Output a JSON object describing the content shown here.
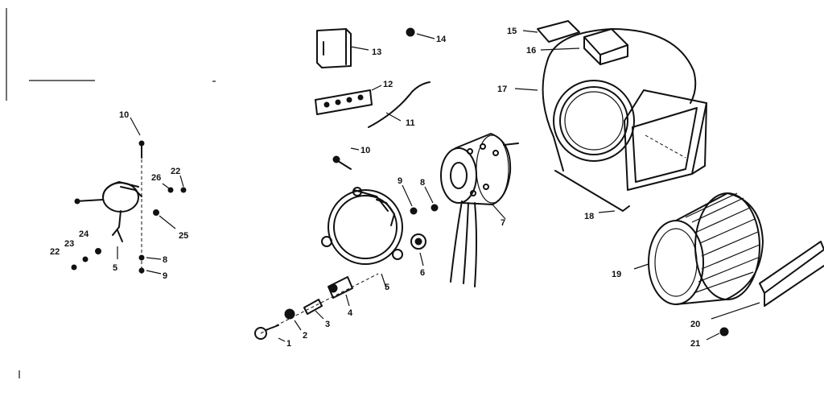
{
  "callouts": [
    {
      "id": "c10a",
      "text": "10"
    },
    {
      "id": "c26",
      "text": "26"
    },
    {
      "id": "c22a",
      "text": "22"
    },
    {
      "id": "c25",
      "text": "25"
    },
    {
      "id": "c24",
      "text": "24"
    },
    {
      "id": "c23",
      "text": "23"
    },
    {
      "id": "c22b",
      "text": "22"
    },
    {
      "id": "c5a",
      "text": "5"
    },
    {
      "id": "c8a",
      "text": "8"
    },
    {
      "id": "c9a",
      "text": "9"
    },
    {
      "id": "c13",
      "text": "13"
    },
    {
      "id": "c14",
      "text": "14"
    },
    {
      "id": "c12",
      "text": "12"
    },
    {
      "id": "c11",
      "text": "11"
    },
    {
      "id": "c10b",
      "text": "10"
    },
    {
      "id": "c9b",
      "text": "9"
    },
    {
      "id": "c8b",
      "text": "8"
    },
    {
      "id": "c7",
      "text": "7"
    },
    {
      "id": "c6",
      "text": "6"
    },
    {
      "id": "c5b",
      "text": "5"
    },
    {
      "id": "c4",
      "text": "4"
    },
    {
      "id": "c3",
      "text": "3"
    },
    {
      "id": "c2",
      "text": "2"
    },
    {
      "id": "c1",
      "text": "1"
    },
    {
      "id": "c15",
      "text": "15"
    },
    {
      "id": "c16",
      "text": "16"
    },
    {
      "id": "c17",
      "text": "17"
    },
    {
      "id": "c18",
      "text": "18"
    },
    {
      "id": "c19",
      "text": "19"
    },
    {
      "id": "c20",
      "text": "20"
    },
    {
      "id": "c21",
      "text": "21"
    }
  ]
}
